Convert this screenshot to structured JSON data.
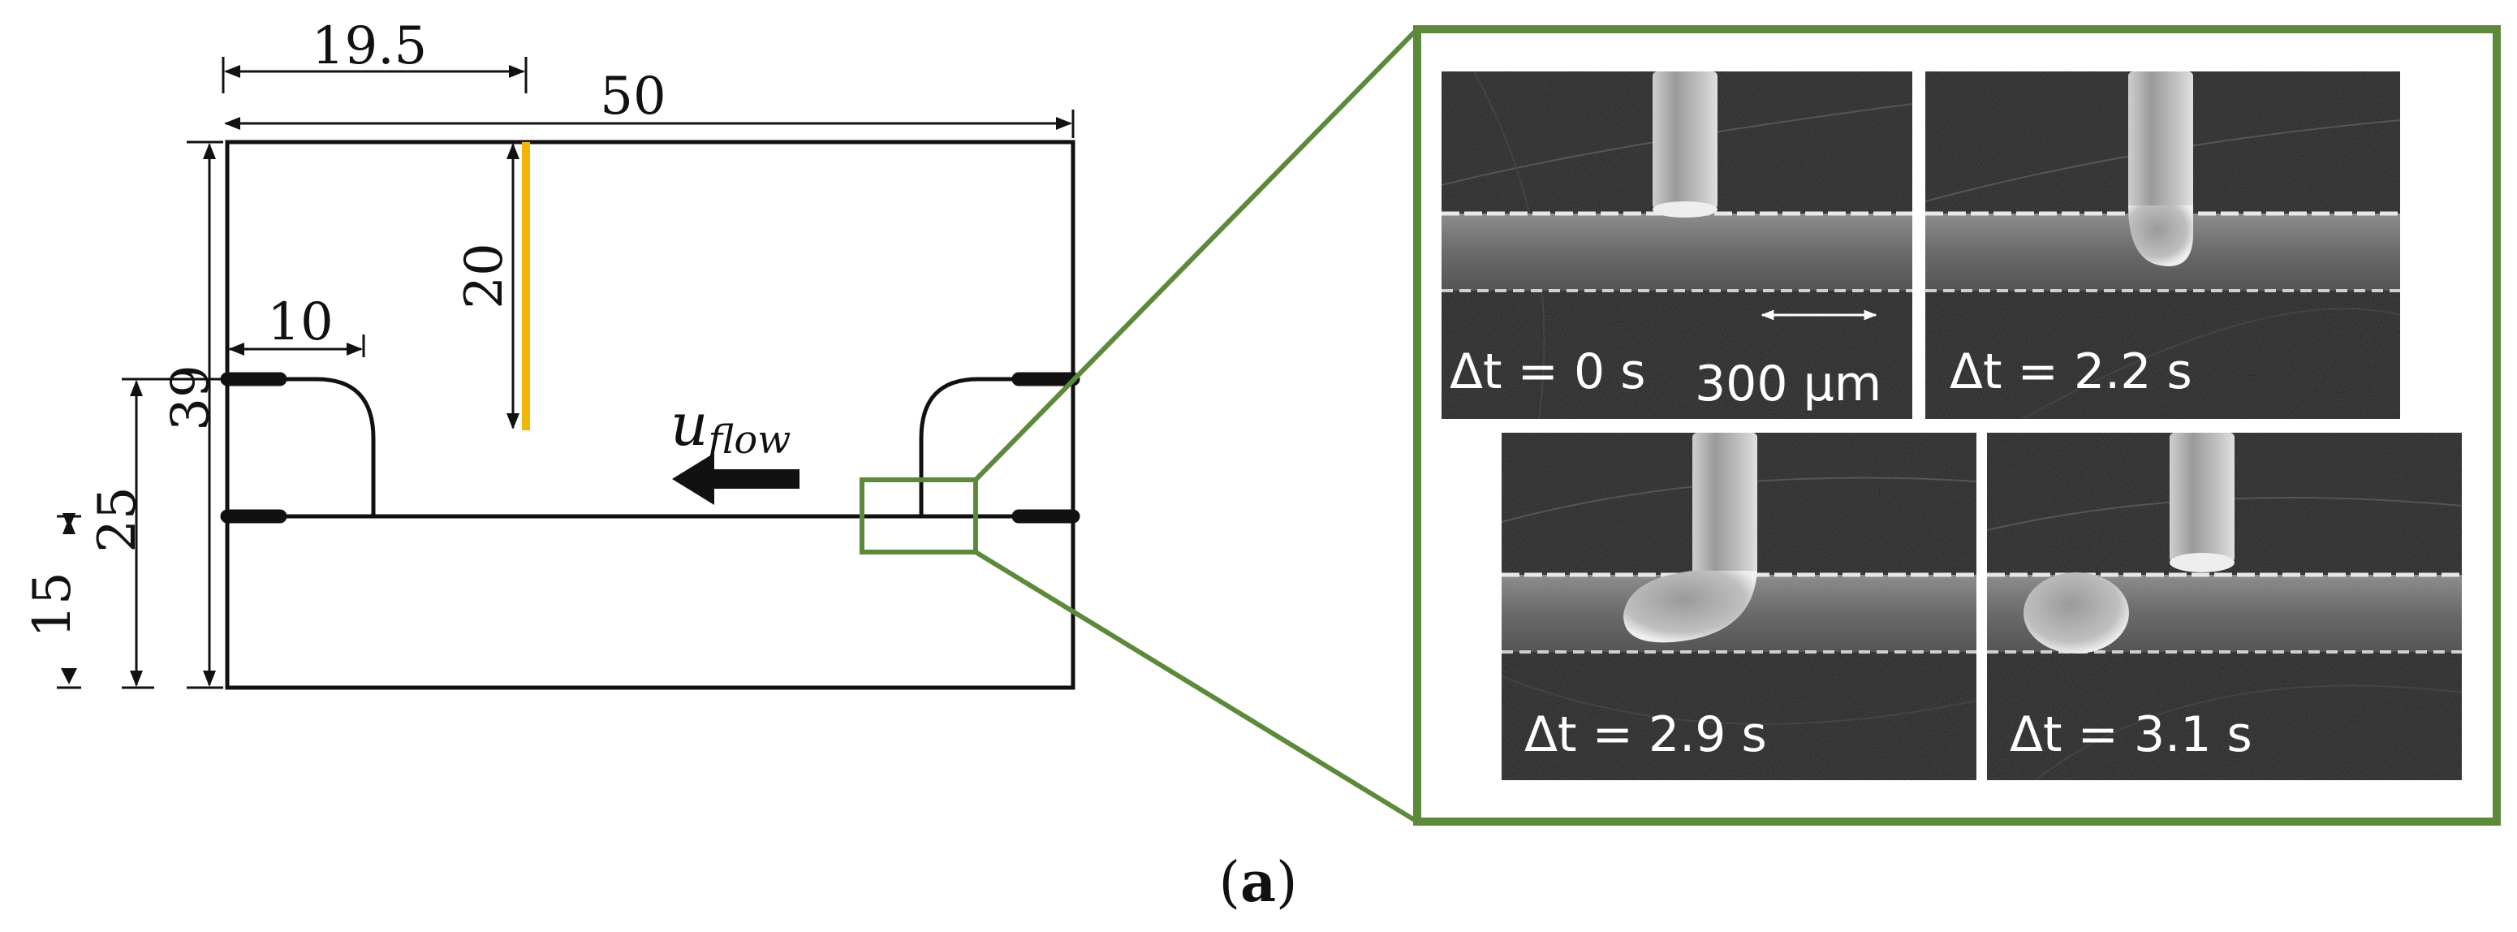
{
  "dimensions": {
    "width_total": "50",
    "offset_left": "19.5",
    "sensor_length": "20",
    "branch_radius": "10",
    "height_total": "39",
    "branch_inlet_height": "25",
    "main_channel_height": "15"
  },
  "flow_label": {
    "base": "u",
    "sub": "flow"
  },
  "micro_images": [
    {
      "time_label": "Δt = 0 s",
      "scale_bar_label": "300 μm"
    },
    {
      "time_label": "Δt = 2.2 s"
    },
    {
      "time_label": "Δt = 2.9 s"
    },
    {
      "time_label": "Δt = 3.1 s"
    }
  ],
  "caption": {
    "open": "(",
    "letter": "a",
    "close": ")"
  },
  "colors": {
    "frame_green": "#5b8a3a",
    "sensor_yellow": "#f2b705",
    "line": "#111111"
  }
}
